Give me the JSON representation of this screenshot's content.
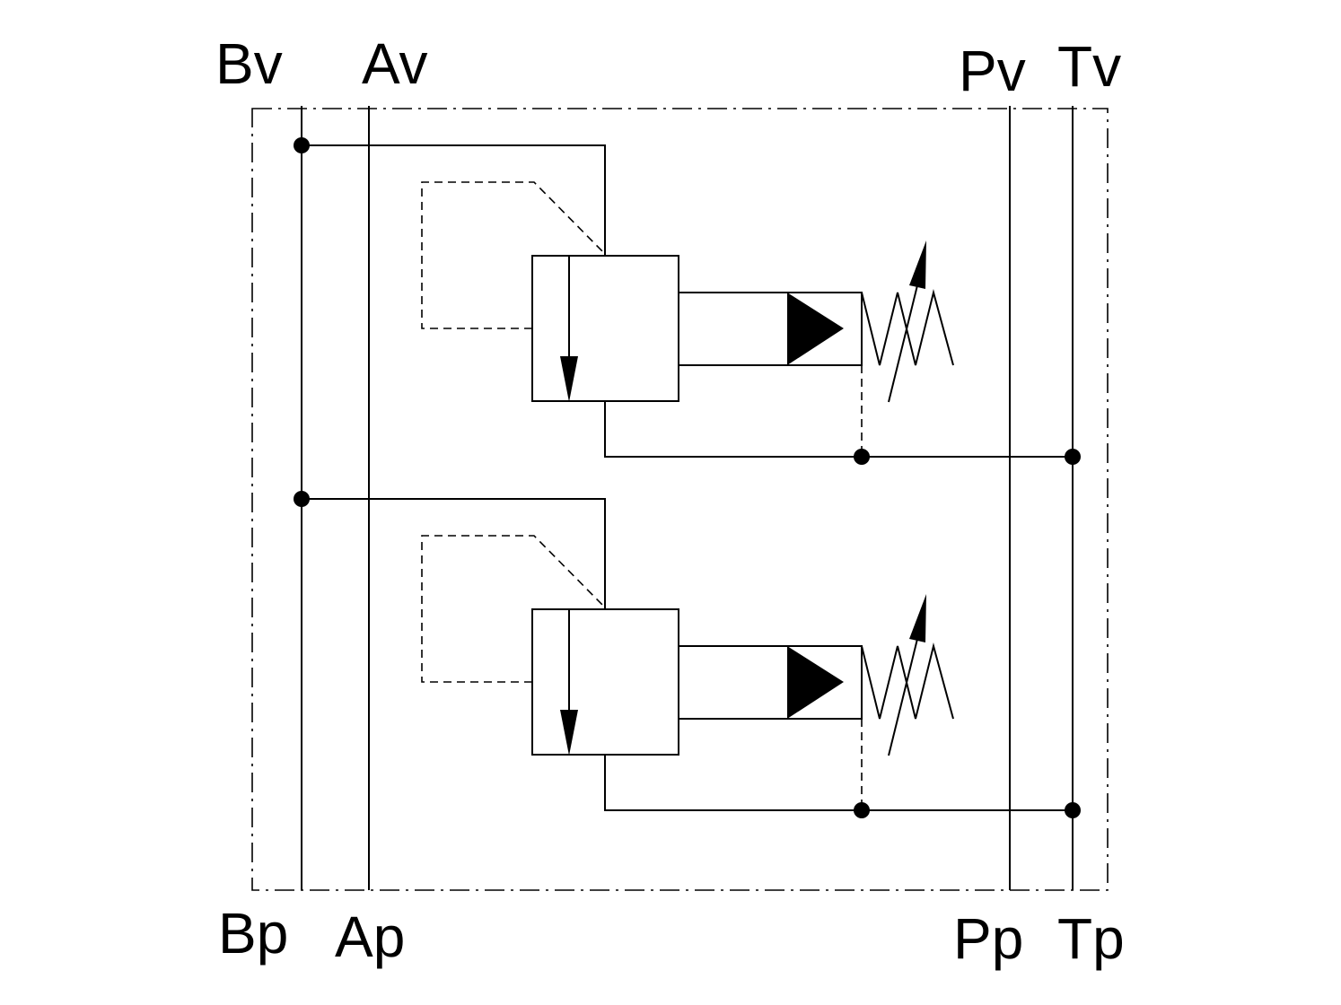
{
  "ports": {
    "top": {
      "Bv": "Bv",
      "Av": "Av",
      "Pv": "Pv",
      "Tv": "Tv"
    },
    "bottom": {
      "Bp": "Bp",
      "Ap": "Ap",
      "Pp": "Pp",
      "Tp": "Tp"
    }
  },
  "valves": [
    {
      "id": "relief-valve-upper"
    },
    {
      "id": "relief-valve-lower"
    }
  ],
  "colors": {
    "line": "#000000",
    "background": "#ffffff"
  }
}
